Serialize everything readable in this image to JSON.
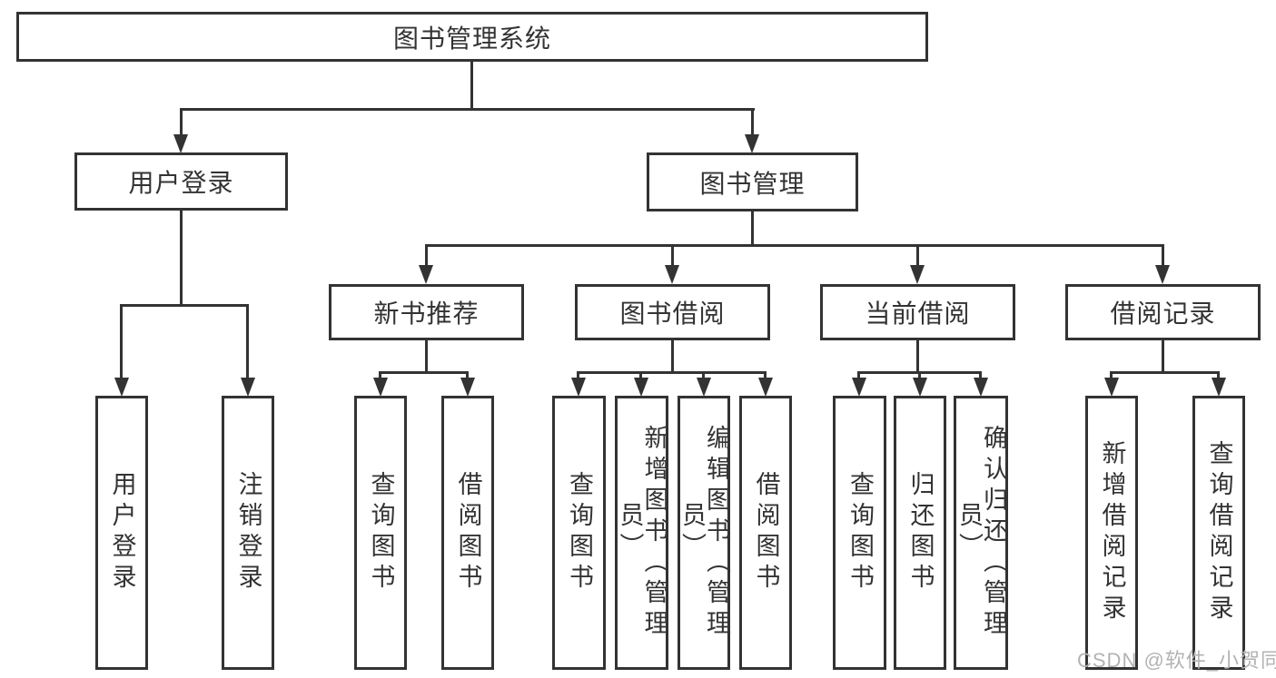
{
  "page": {
    "background": "#ffffff",
    "watermark": "CSDN @软件_小贺同学"
  },
  "colors": {
    "line": "#333333",
    "box_border": "#333333",
    "text": "#333333",
    "watermark_text": "#b3b3b3"
  },
  "diagram": {
    "type": "hierarchy-tree",
    "root": {
      "label": "图书管理系统"
    },
    "branches": [
      {
        "label": "用户登录",
        "children": [
          "用户登录",
          "注销登录"
        ]
      },
      {
        "label": "图书管理",
        "children": [
          {
            "label": "新书推荐",
            "children": [
              "查询图书",
              "借阅图书"
            ]
          },
          {
            "label": "图书借阅",
            "children": [
              "查询图书",
              "新增图书（管理员）",
              "编辑图书（管理员）",
              "借阅图书"
            ]
          },
          {
            "label": "当前借阅",
            "children": [
              "查询图书",
              "归还图书",
              "确认归还（管理员）"
            ]
          },
          {
            "label": "借阅记录",
            "children": [
              "新增借阅记录",
              "查询借阅记录"
            ]
          }
        ]
      }
    ]
  }
}
